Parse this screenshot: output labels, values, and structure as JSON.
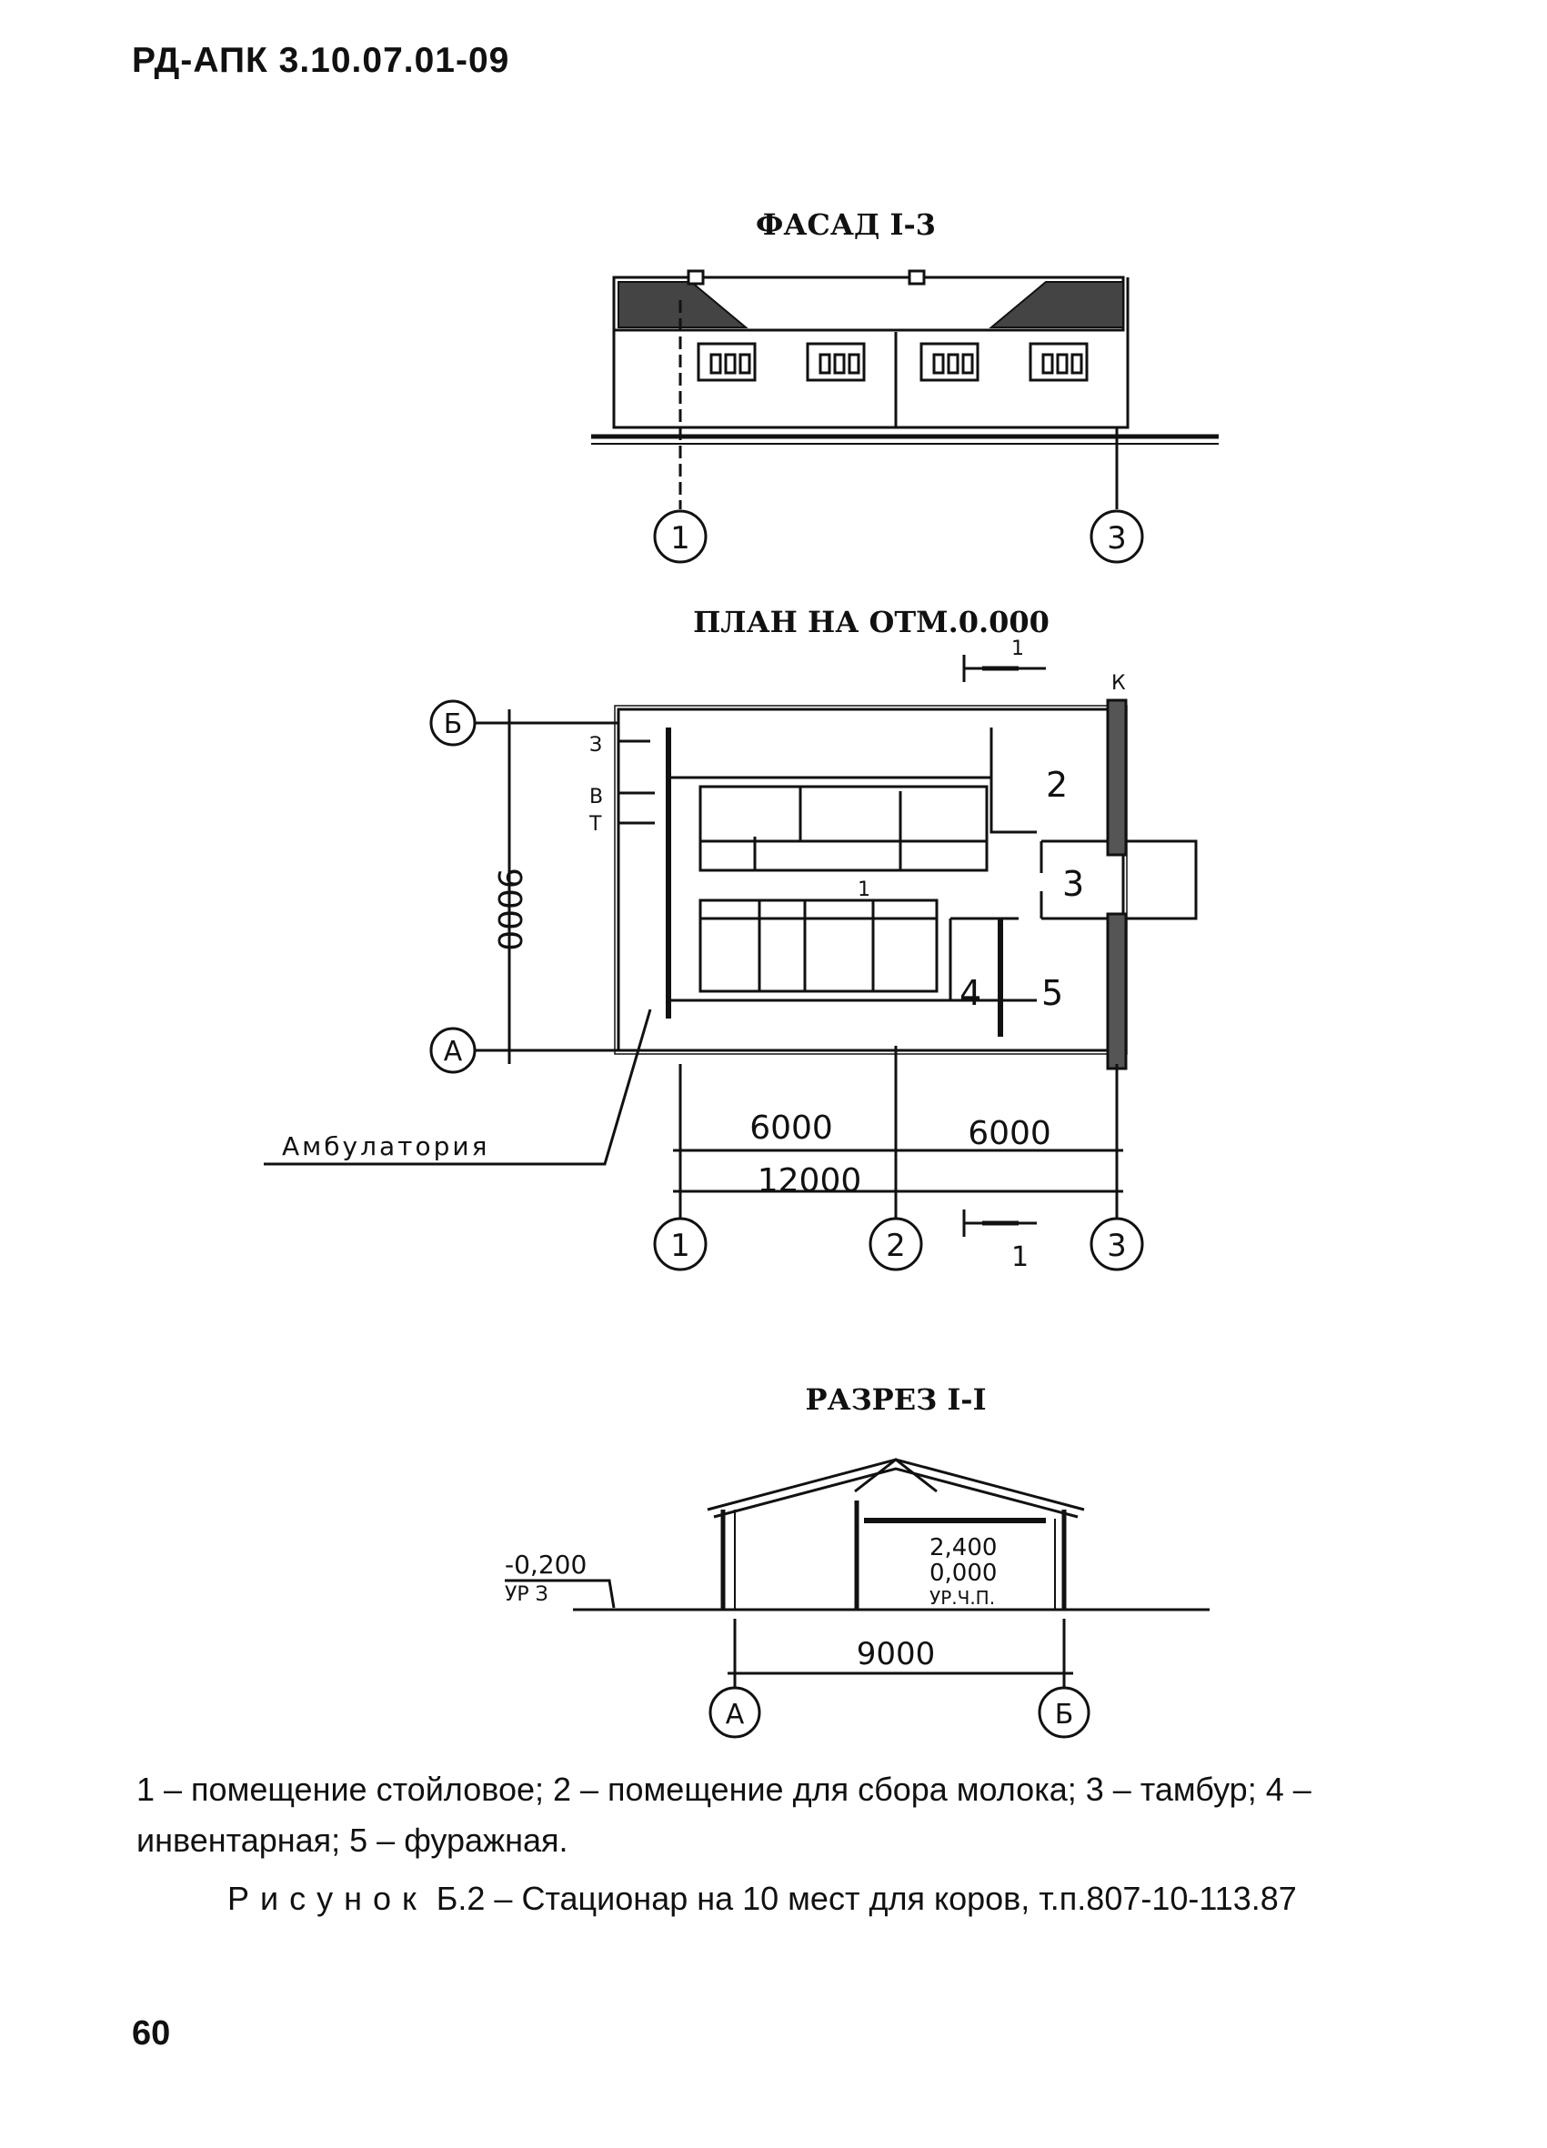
{
  "header": {
    "doc_code": "РД-АПК 3.10.07.01-09"
  },
  "facade": {
    "title": "ФАСАД I-3",
    "axes": [
      "1",
      "3"
    ]
  },
  "plan": {
    "title": "ПЛАН НА ОТМ.0.000",
    "section_marker": "1",
    "axes_rows": [
      "Б",
      "А"
    ],
    "axes_cols": [
      "1",
      "2",
      "3"
    ],
    "dim_vertical": "9000",
    "dim_left": "6000",
    "dim_right": "6000",
    "dim_total": "12000",
    "room_labels": [
      "2",
      "3",
      "4",
      "5",
      "1"
    ],
    "inlet_labels": [
      "З",
      "В",
      "Т"
    ],
    "k_label": "К",
    "ambulatory_label": "Амбулатория"
  },
  "section": {
    "title": "РАЗРЕЗ I-I",
    "level_left": "-0,200",
    "level_left_sub": "УР З",
    "level_top": "2,400",
    "level_mid": "0,000",
    "level_mid_sub": "УР.Ч.П.",
    "dim": "9000",
    "axes": [
      "А",
      "Б"
    ]
  },
  "caption": {
    "legend": "1 – помещение стойловое; 2 – помещение для сбора молока; 3 – тамбур; 4 – инвентарная; 5 – фуражная.",
    "figure_word": "Рисунок",
    "figure_text": " Б.2 – Стационар на 10 мест для коров, т.п.807-10-113.87"
  },
  "page_number": "60"
}
